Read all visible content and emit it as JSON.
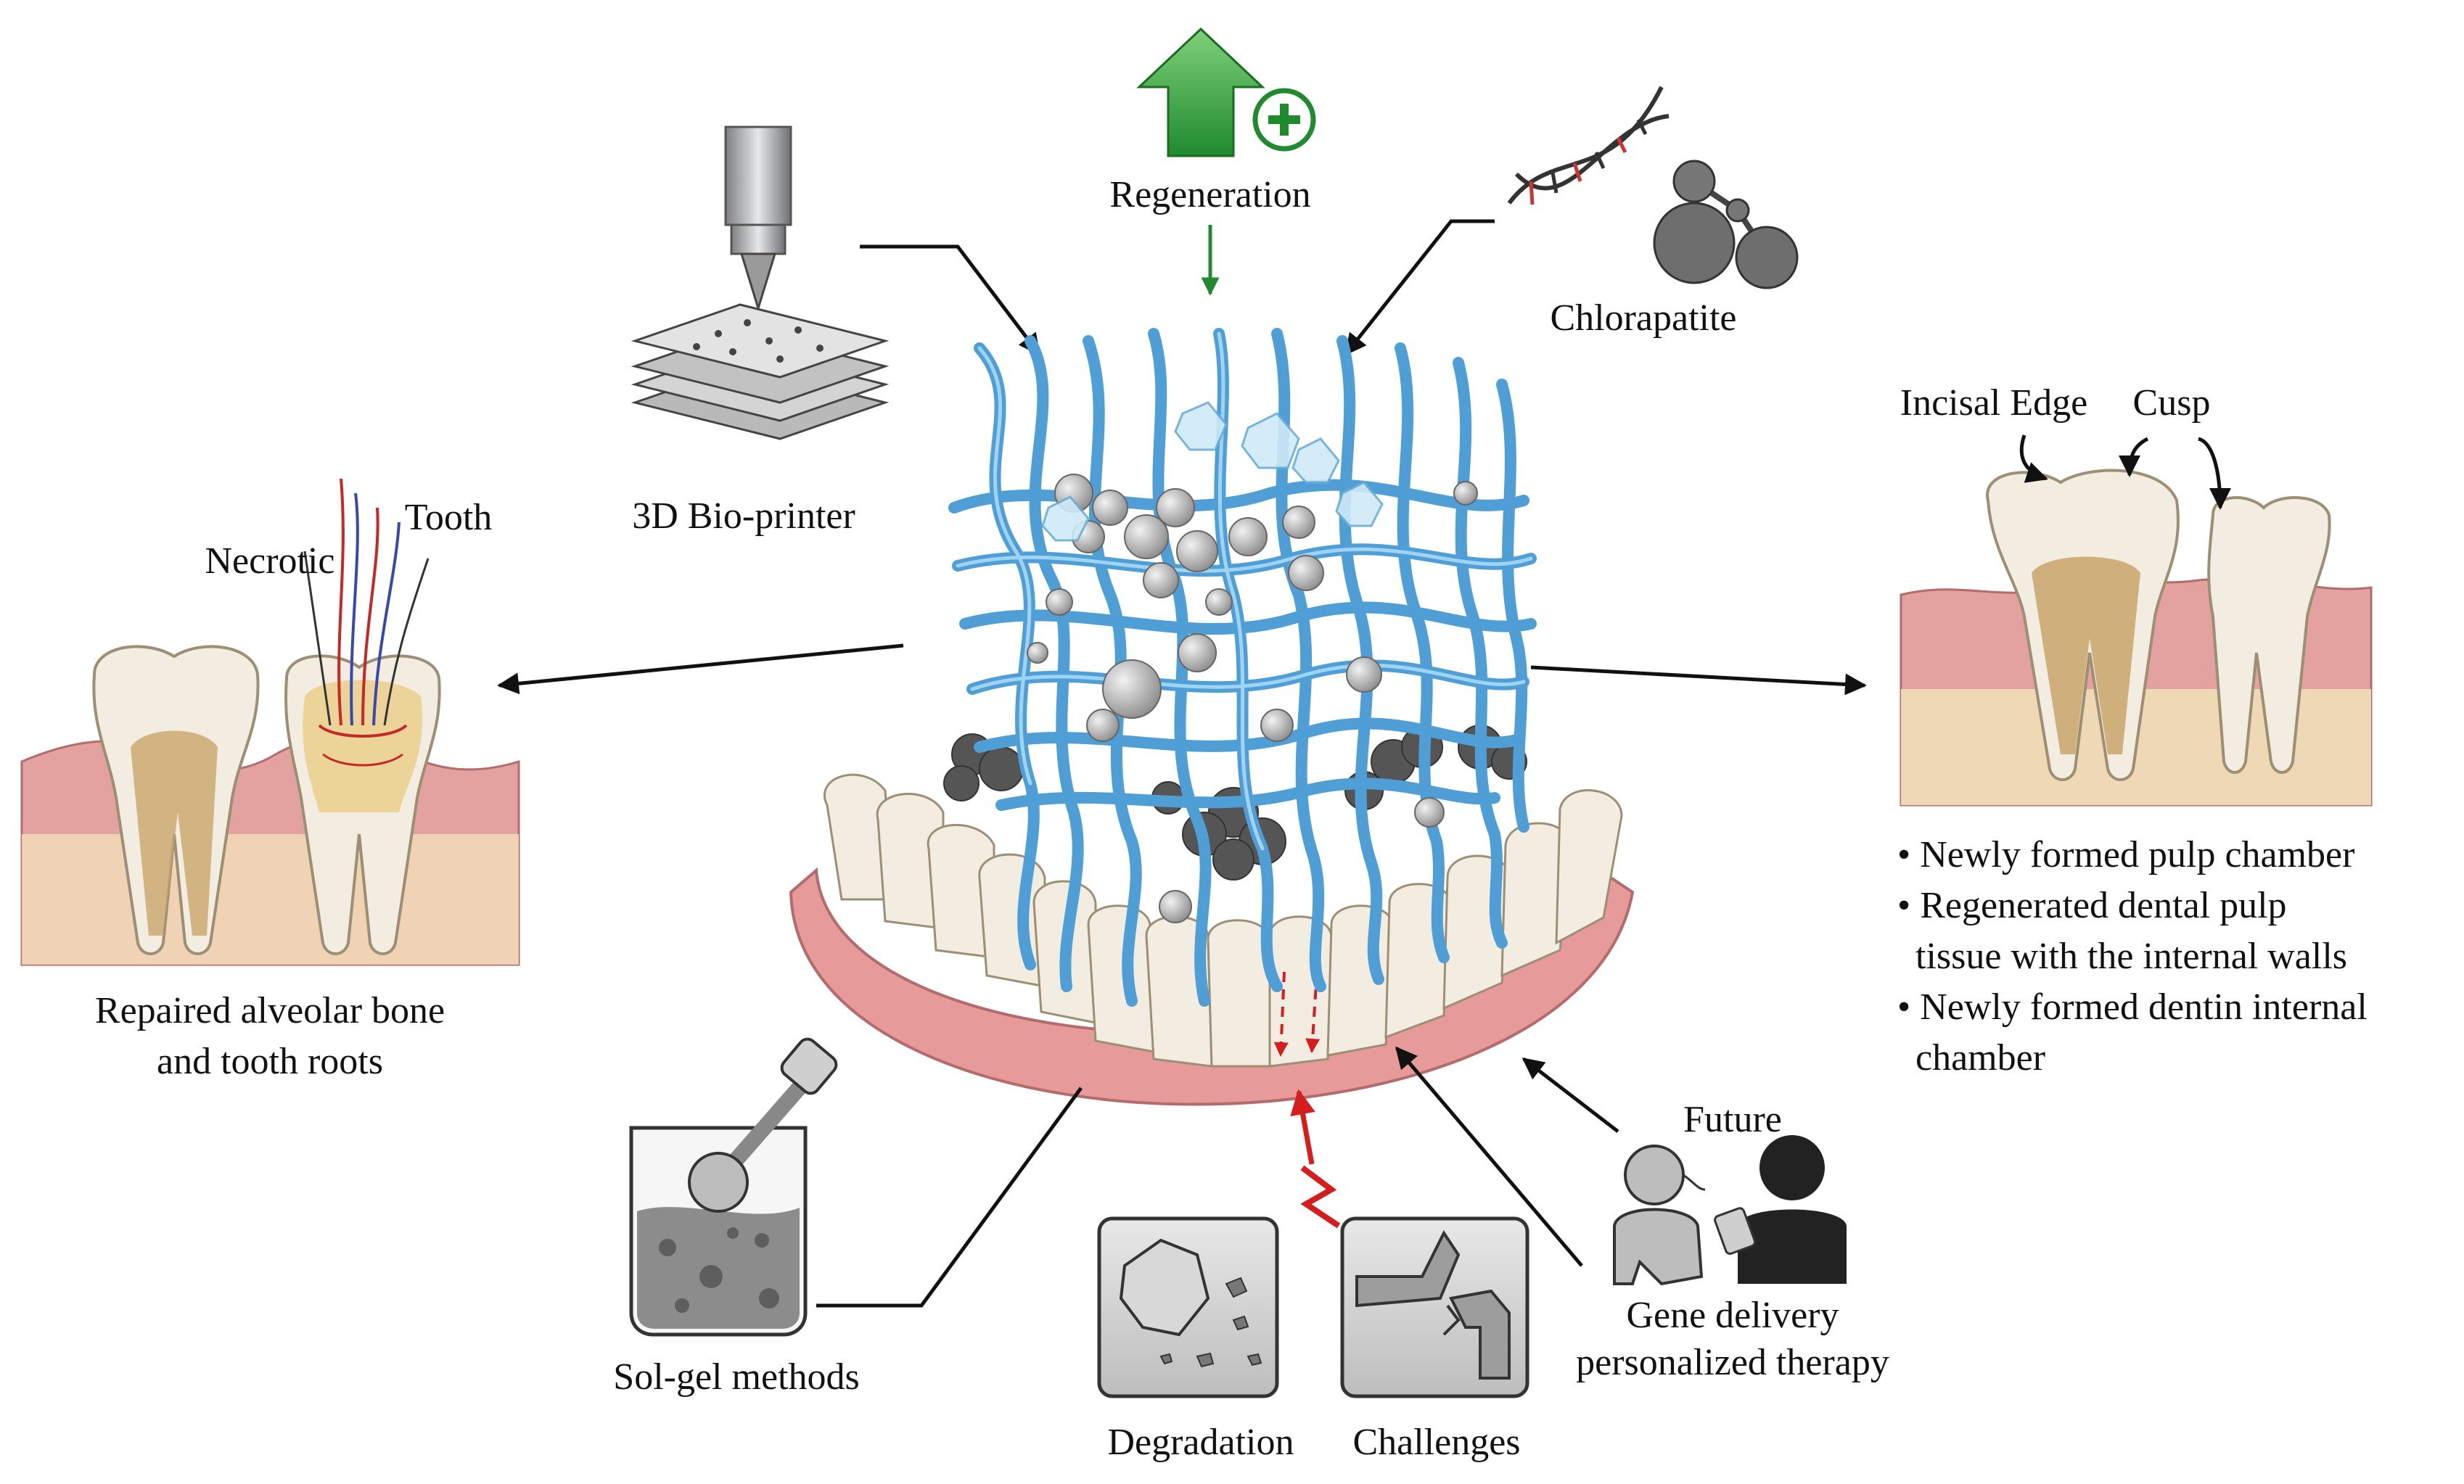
{
  "labels": {
    "regeneration": "Regeneration",
    "bioprinter": "3D Bio-printer",
    "chlorapatite": "Chlorapatite",
    "necrotic": "Necrotic",
    "tooth": "Tooth",
    "repaired_line1": "Repaired alveolar bone",
    "repaired_line2": "and tooth roots",
    "incisal_edge": "Incisal Edge",
    "cusp": "Cusp",
    "solgel": "Sol-gel methods",
    "degradation": "Degradation",
    "challenges": "Challenges",
    "future": "Future",
    "gene_line1": "Gene delivery",
    "gene_line2": "personalized therapy"
  },
  "bullets": [
    "• Newly formed pulp chamber",
    "• Regenerated dental pulp",
    "tissue with the internal walls",
    "• Newly formed dentin internal",
    "chamber"
  ],
  "icons": [
    "up-arrow-plus-icon",
    "dna-molecule-icon",
    "bioprinter-icon",
    "beaker-pestle-icon",
    "crumbling-icon",
    "broken-pipe-icon",
    "patient-doctor-icon"
  ],
  "colors": {
    "fiber": "#4f9fd6",
    "gum": "#e79a9a",
    "enamel": "#f2ede0",
    "regeneration_green": "#2f9e3a",
    "challenge_red": "#d61d1d"
  }
}
